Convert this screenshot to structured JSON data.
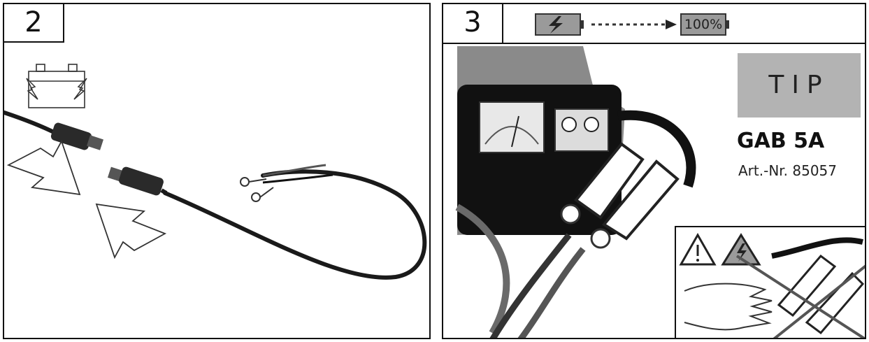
{
  "panels": [
    {
      "number": "2"
    },
    {
      "number": "3",
      "charge_target": "100%",
      "tip_label": "TIP",
      "model": "GAB 5A",
      "article": "Art.-Nr. 85057"
    }
  ]
}
